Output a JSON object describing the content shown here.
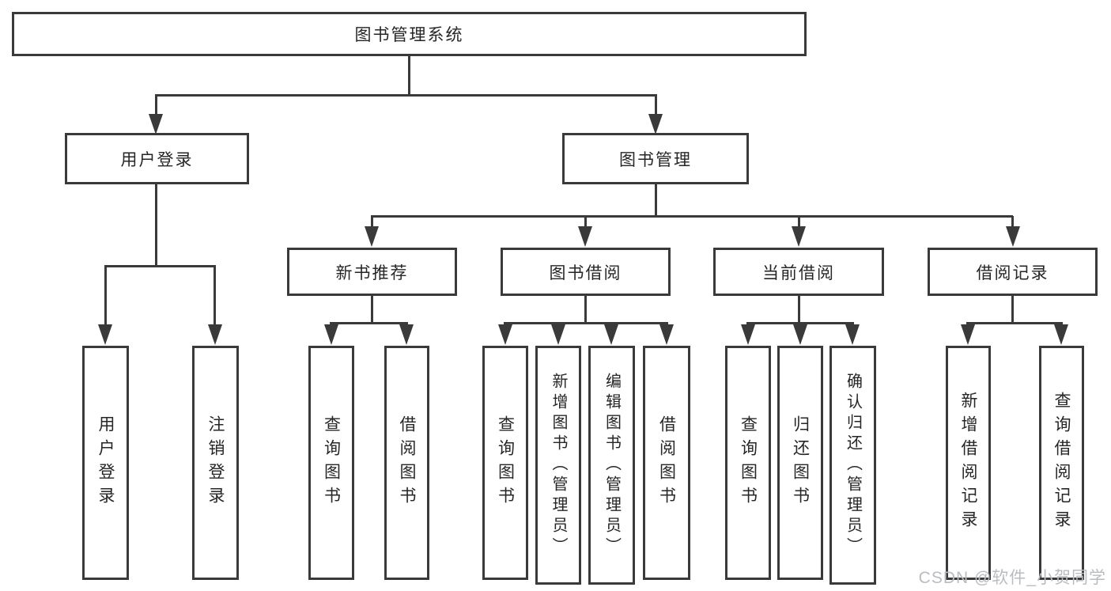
{
  "colors": {
    "page_background": "#ffffff",
    "box_background": "#ffffff",
    "box_border": "#3a3a3a",
    "line": "#3a3a3a",
    "text": "#262626",
    "watermark_text": "#b9bcc1"
  },
  "nodes": {
    "root": {
      "label": "图书管理系统"
    },
    "user_login": {
      "label": "用户登录"
    },
    "book_management": {
      "label": "图书管理"
    },
    "new_book_recommend": {
      "label": "新书推荐"
    },
    "book_borrowing": {
      "label": "图书借阅"
    },
    "current_borrowing": {
      "label": "当前借阅"
    },
    "borrowing_records": {
      "label": "借阅记录"
    },
    "leaf_user_login": {
      "label": "用户登录"
    },
    "leaf_logout": {
      "label": "注销登录"
    },
    "leaf_nb_query_books": {
      "label": "查询图书"
    },
    "leaf_nb_borrow_books": {
      "label": "借阅图书"
    },
    "leaf_bb_query_books": {
      "label": "查询图书"
    },
    "leaf_bb_add_books": {
      "label": "新增图书（管理员）"
    },
    "leaf_bb_edit_books": {
      "label": "编辑图书（管理员）"
    },
    "leaf_bb_borrow_books": {
      "label": "借阅图书"
    },
    "leaf_cb_query_books": {
      "label": "查询图书"
    },
    "leaf_cb_return_books": {
      "label": "归还图书"
    },
    "leaf_cb_confirm_return": {
      "label": "确认归还（管理员）"
    },
    "leaf_br_add_record": {
      "label": "新增借阅记录"
    },
    "leaf_br_query_record": {
      "label": "查询借阅记录"
    }
  },
  "watermark": {
    "text": "CSDN @软件_小贺同学"
  }
}
